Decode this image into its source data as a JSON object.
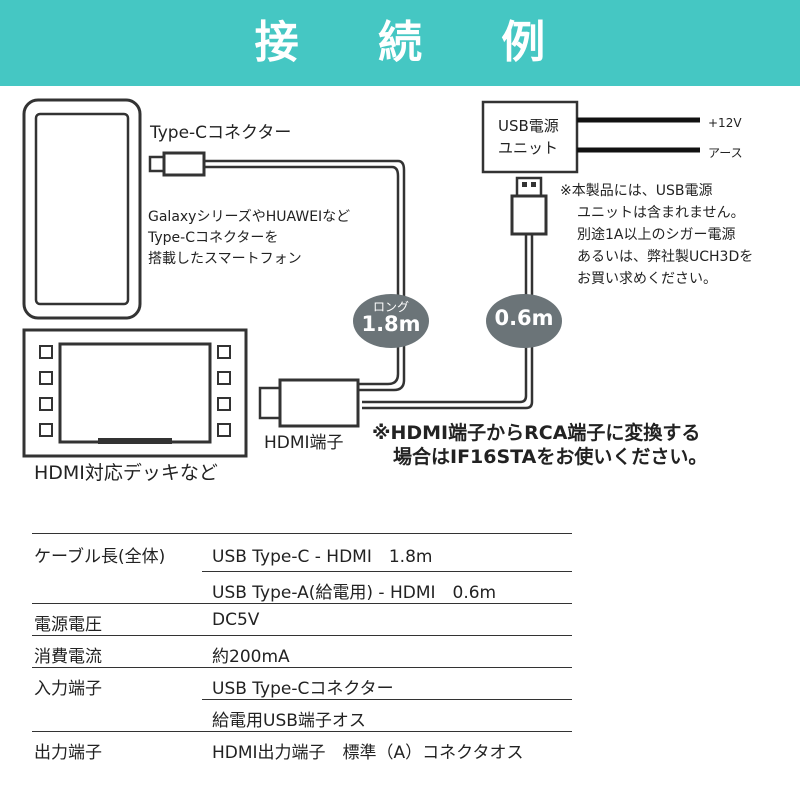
{
  "header": {
    "title": "接 続 例"
  },
  "diagram": {
    "typec_label": "Type-Cコネクター",
    "phone_desc": [
      "GalaxyシリーズやHUAWEIなど",
      "Type-Cコネクターを",
      "搭載したスマートフォン"
    ],
    "usb_unit": [
      "USB電源",
      "ユニット"
    ],
    "wire_plus": "+12V",
    "wire_earth": "アース",
    "usb_note": [
      "※本製品には、USB電源",
      "ユニットは含まれません。",
      "別途1A以上のシガー電源",
      "あるいは、弊社製UCH3Dを",
      "お買い求めください。"
    ],
    "badge_long_top": "ロング",
    "badge_long_value": "1.8m",
    "badge_short_value": "0.6m",
    "hdmi_label": "HDMI端子",
    "deck_label": "HDMI対応デッキなど",
    "rca_note": [
      "※HDMI端子からRCA端子に変換する",
      "場合はIF16STAをお使いください。"
    ],
    "colors": {
      "accent": "#45c7c3",
      "badge": "#6b7478",
      "cable": "#333333"
    }
  },
  "specs": [
    {
      "key": "ケーブル長(全体)",
      "value": "USB Type-C - HDMI　1.8m"
    },
    {
      "key": "",
      "value": "USB Type-A(給電用) - HDMI　0.6m"
    },
    {
      "key": "電源電圧",
      "value": "DC5V"
    },
    {
      "key": "消費電流",
      "value": "約200mA"
    },
    {
      "key": "入力端子",
      "value": "USB Type-Cコネクター"
    },
    {
      "key": "",
      "value": "給電用USB端子オス"
    },
    {
      "key": "出力端子",
      "value": "HDMI出力端子　標準（A）コネクタオス"
    }
  ]
}
